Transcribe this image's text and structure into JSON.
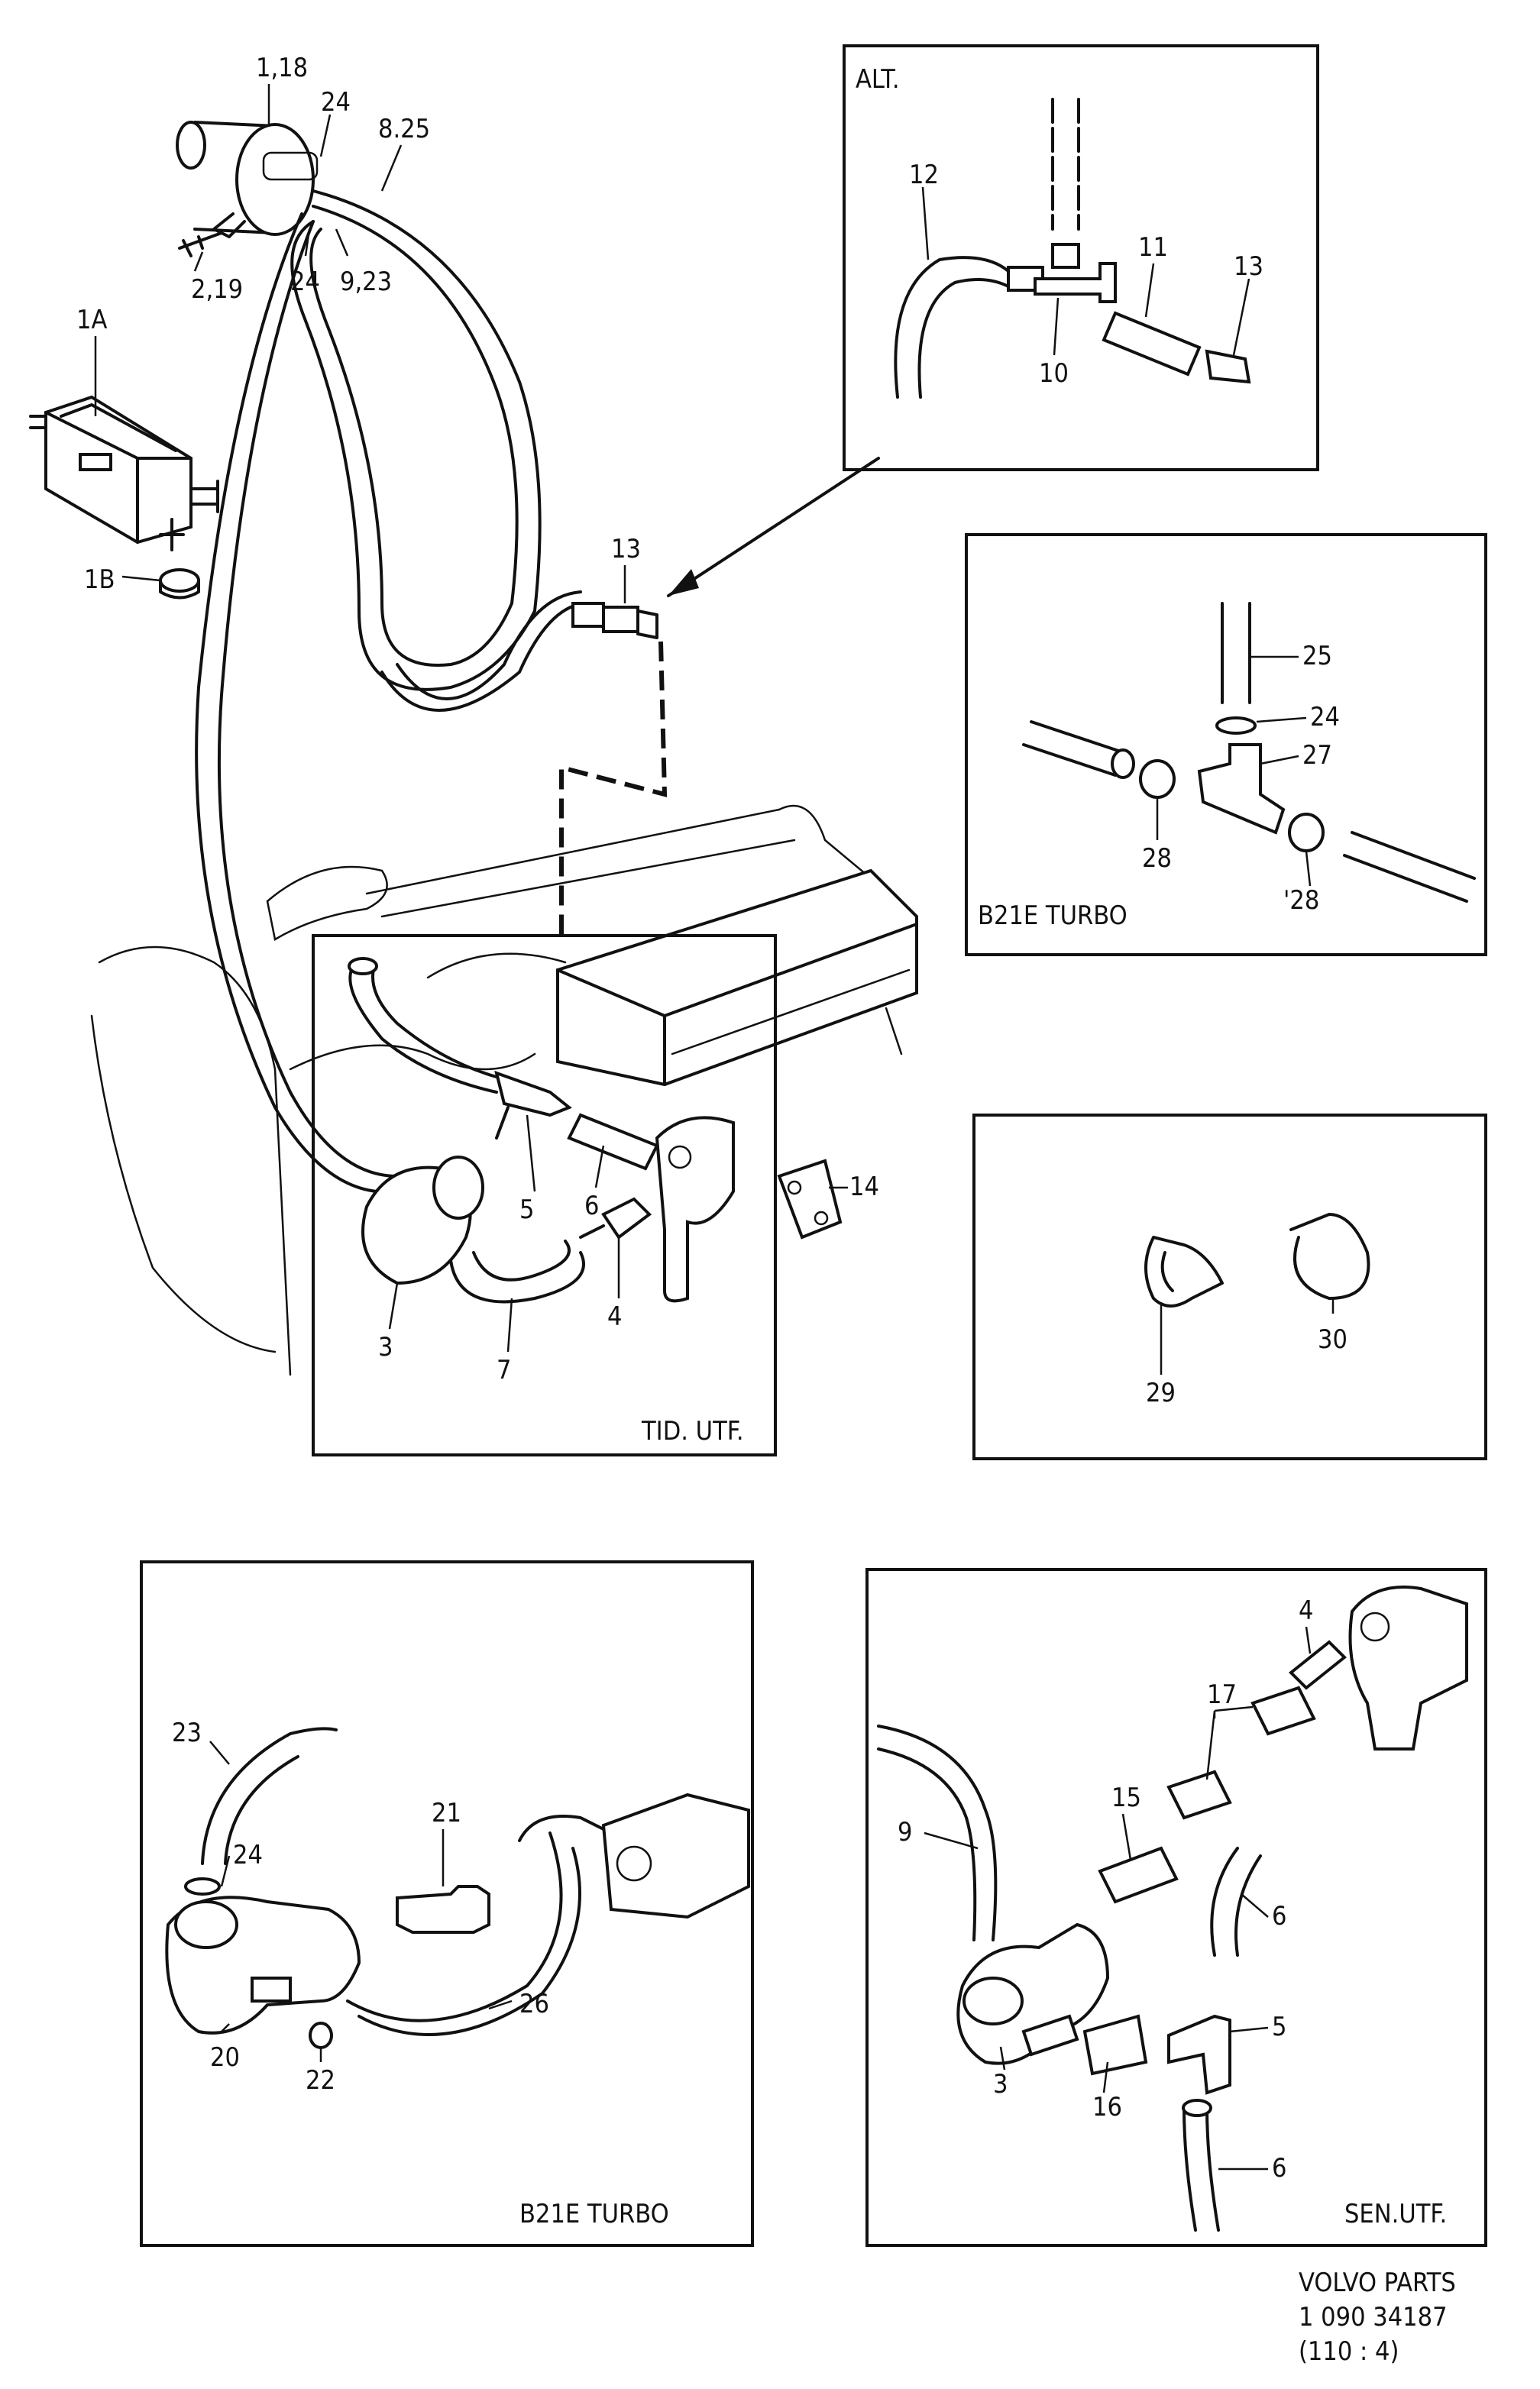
{
  "callouts": {
    "c1_18": "1,18",
    "c24_top": "24",
    "c8_25": "8.25",
    "c2_19": "2,19",
    "c24_b": "24",
    "c9_23": "9,23",
    "c1A": "1A",
    "c1B": "1B",
    "c13_main": "13",
    "c3": "3",
    "c4": "4",
    "c5": "5",
    "c6": "6",
    "c7": "7",
    "c14": "14"
  },
  "panels": {
    "alt": {
      "title": "ALT.",
      "labels": {
        "c12": "12",
        "c11": "11",
        "c13": "13",
        "c10": "10"
      }
    },
    "b21e_turbo_top": {
      "title": "B21E  TURBO",
      "labels": {
        "c25": "25",
        "c24": "24",
        "c27": "27",
        "c28a": "28",
        "c28b": "'28"
      }
    },
    "clamps": {
      "labels": {
        "c29": "29",
        "c30": "30"
      }
    },
    "tid_utf": {
      "title": "TID. UTF."
    },
    "b21e_turbo_bottom": {
      "title": "B21E  TURBO",
      "labels": {
        "c23": "23",
        "c24": "24",
        "c21": "21",
        "c26": "26",
        "c20": "20",
        "c22": "22"
      }
    },
    "sen_utf": {
      "title": "SEN.UTF.",
      "labels": {
        "c4": "4",
        "c17": "17",
        "c15": "15",
        "c9": "9",
        "c6a": "6",
        "c5": "5",
        "c16": "16",
        "c3": "3",
        "c6b": "6"
      }
    }
  },
  "footer": {
    "brand": "VOLVO PARTS",
    "number": "1 090  34187",
    "code": "(110 : 4)"
  }
}
